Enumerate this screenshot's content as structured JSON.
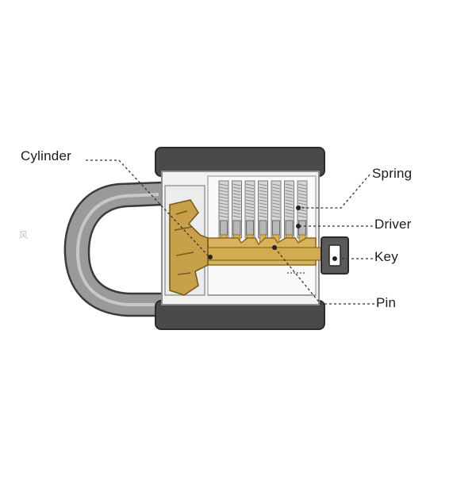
{
  "labels": {
    "cylinder": "Cylinder",
    "spring": "Spring",
    "driver": "Driver",
    "key": "Key",
    "pin": "Pin"
  },
  "watermark": "风",
  "colors": {
    "body_dark": "#4a4a4a",
    "body_frame": "#8e8e8e",
    "shackle": "#9a9a9a",
    "shackle_inner": "#c8c8c8",
    "brass": "#d8b35a",
    "brass_dark": "#b08a33",
    "spring": "#b8b8b8",
    "leader": "#333333"
  }
}
